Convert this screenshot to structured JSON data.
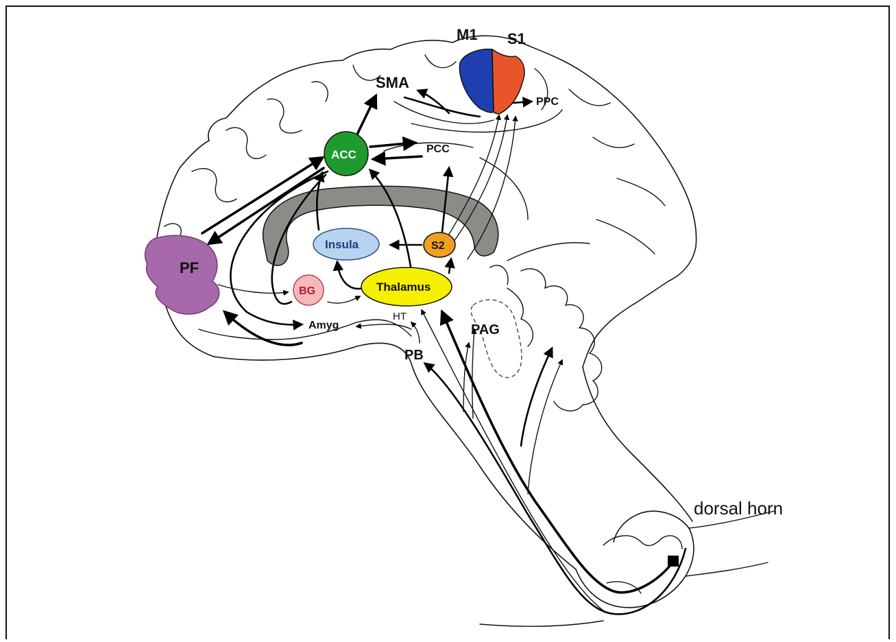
{
  "labels": {
    "m1": "M1",
    "s1": "S1",
    "sma": "SMA",
    "ppc": "PPC",
    "acc": "ACC",
    "pcc": "PCC",
    "pf": "PF",
    "insula": "Insula",
    "s2": "S2",
    "bg": "BG",
    "thalamus": "Thalamus",
    "amyg": "Amyg",
    "ht": "HT",
    "pb": "PB",
    "pag": "PAG",
    "dorsal_horn": "dorsal horn"
  },
  "colors": {
    "m1": "#1e3fb0",
    "s1": "#e8552a",
    "acc": "#1f9a2e",
    "pf": "#a868ac",
    "insula": "#b7d3f0",
    "s2": "#f0a020",
    "bg": "#f6b8bb",
    "thalamus": "#f5f000",
    "corpus_callosum": "#8c8c87"
  }
}
